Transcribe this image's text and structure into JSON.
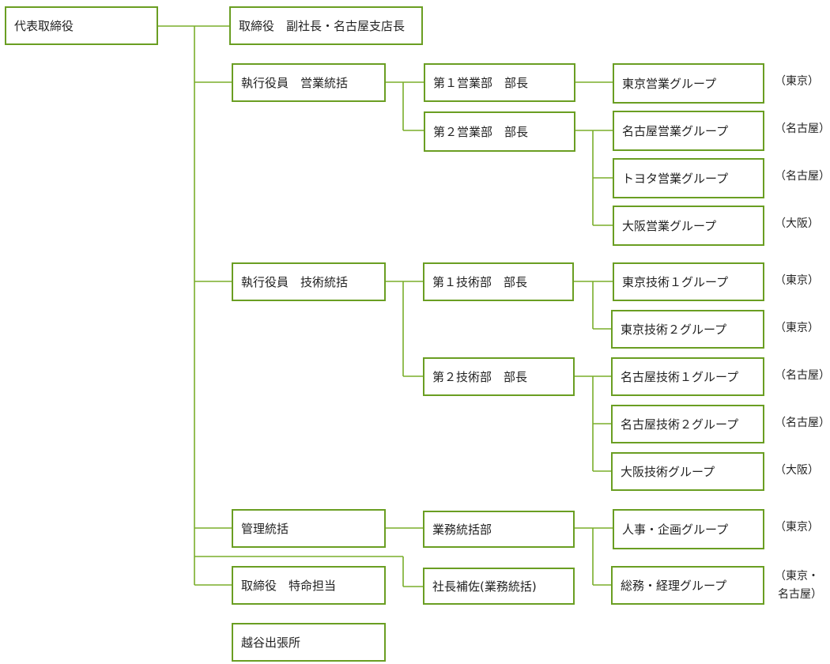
{
  "org_chart": {
    "line_color": "#7aad2a",
    "nodes": {
      "ceo": "代表取締役",
      "director_vp": "取締役　副社長・名古屋支店長",
      "exec_sales": "執行役員　営業統括",
      "exec_tech": "執行役員　技術統括",
      "mgmt": "管理統括",
      "director_special": "取締役　特命担当",
      "koshigaya": "越谷出張所",
      "sales_dept1": "第１営業部　部長",
      "sales_dept2": "第２営業部　部長",
      "tech_dept1": "第１技術部　部長",
      "tech_dept2": "第２技術部　部長",
      "biz_dept": "業務統括部",
      "assistant": "社長補佐(業務統括)",
      "g_tokyo_sales": "東京営業グループ",
      "g_nagoya_sales": "名古屋営業グループ",
      "g_toyota_sales": "トヨタ営業グループ",
      "g_osaka_sales": "大阪営業グループ",
      "g_tokyo_tech1": "東京技術１グループ",
      "g_tokyo_tech2": "東京技術２グループ",
      "g_nagoya_tech1": "名古屋技術１グループ",
      "g_nagoya_tech2": "名古屋技術２グループ",
      "g_osaka_tech": "大阪技術グループ",
      "g_hr": "人事・企画グループ",
      "g_ga": "総務・経理グループ"
    },
    "locations": {
      "tokyo_sales": "（東京）",
      "nagoya_sales": "（名古屋）",
      "toyota_sales": "（名古屋）",
      "osaka_sales": "（大阪）",
      "tokyo_tech1": "（東京）",
      "tokyo_tech2": "（東京）",
      "nagoya_tech1": "（名古屋）",
      "nagoya_tech2": "（名古屋）",
      "osaka_tech": "（大阪）",
      "hr": "（東京）",
      "ga_line1": "（東京・",
      "ga_line2": "名古屋）"
    }
  }
}
